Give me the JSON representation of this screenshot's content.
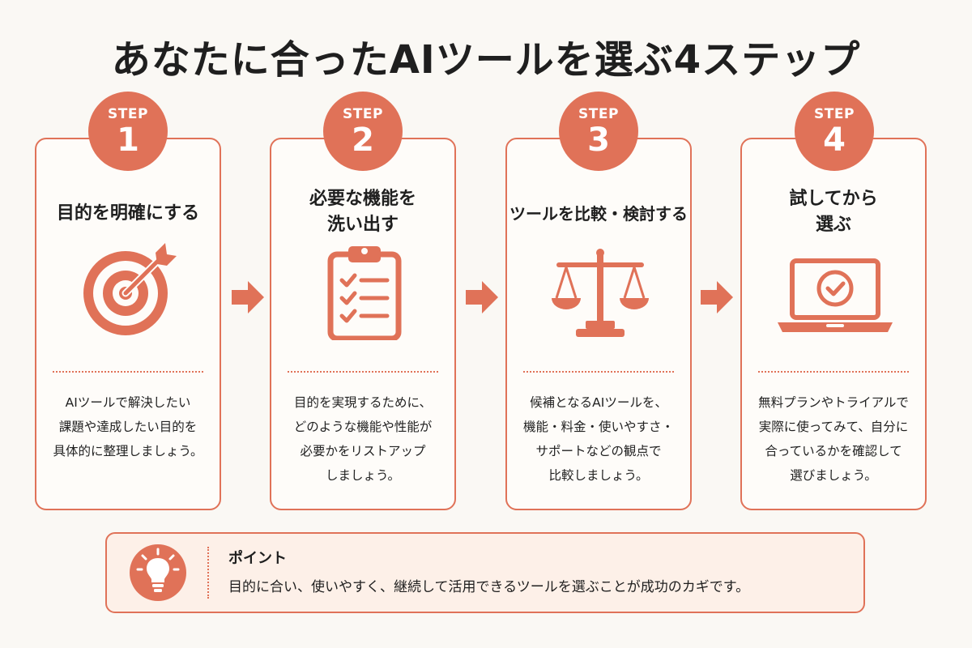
{
  "title": "あなたに合ったAIツールを選ぶ4ステップ",
  "colors": {
    "accent": "#e07258",
    "background": "#faf8f4",
    "point_background": "#fdf0e8"
  },
  "steps": [
    {
      "step_label": "STEP",
      "number": "1",
      "title_lines": [
        "目的を明確にする"
      ],
      "icon": "target-icon",
      "description_lines": [
        "AIツールで解決したい",
        "課題や達成したい目的を",
        "具体的に整理しましょう。"
      ]
    },
    {
      "step_label": "STEP",
      "number": "2",
      "title_lines": [
        "必要な機能を",
        "洗い出す"
      ],
      "icon": "clipboard-checklist-icon",
      "description_lines": [
        "目的を実現するために、",
        "どのような機能や性能が",
        "必要かをリストアップ",
        "しましょう。"
      ]
    },
    {
      "step_label": "STEP",
      "number": "3",
      "title_lines": [
        "ツールを比較・検討する"
      ],
      "icon": "balance-scale-icon",
      "description_lines": [
        "候補となるAIツールを、",
        "機能・料金・使いやすさ・",
        "サポートなどの観点で",
        "比較しましょう。"
      ]
    },
    {
      "step_label": "STEP",
      "number": "4",
      "title_lines": [
        "試してから",
        "選ぶ"
      ],
      "icon": "laptop-check-icon",
      "description_lines": [
        "無料プランやトライアルで",
        "実際に使ってみて、自分に",
        "合っているかを確認して",
        "選びましょう。"
      ]
    }
  ],
  "point": {
    "label": "ポイント",
    "text": "目的に合い、使いやすく、継続して活用できるツールを選ぶことが成功のカギです。",
    "icon": "lightbulb-icon"
  }
}
